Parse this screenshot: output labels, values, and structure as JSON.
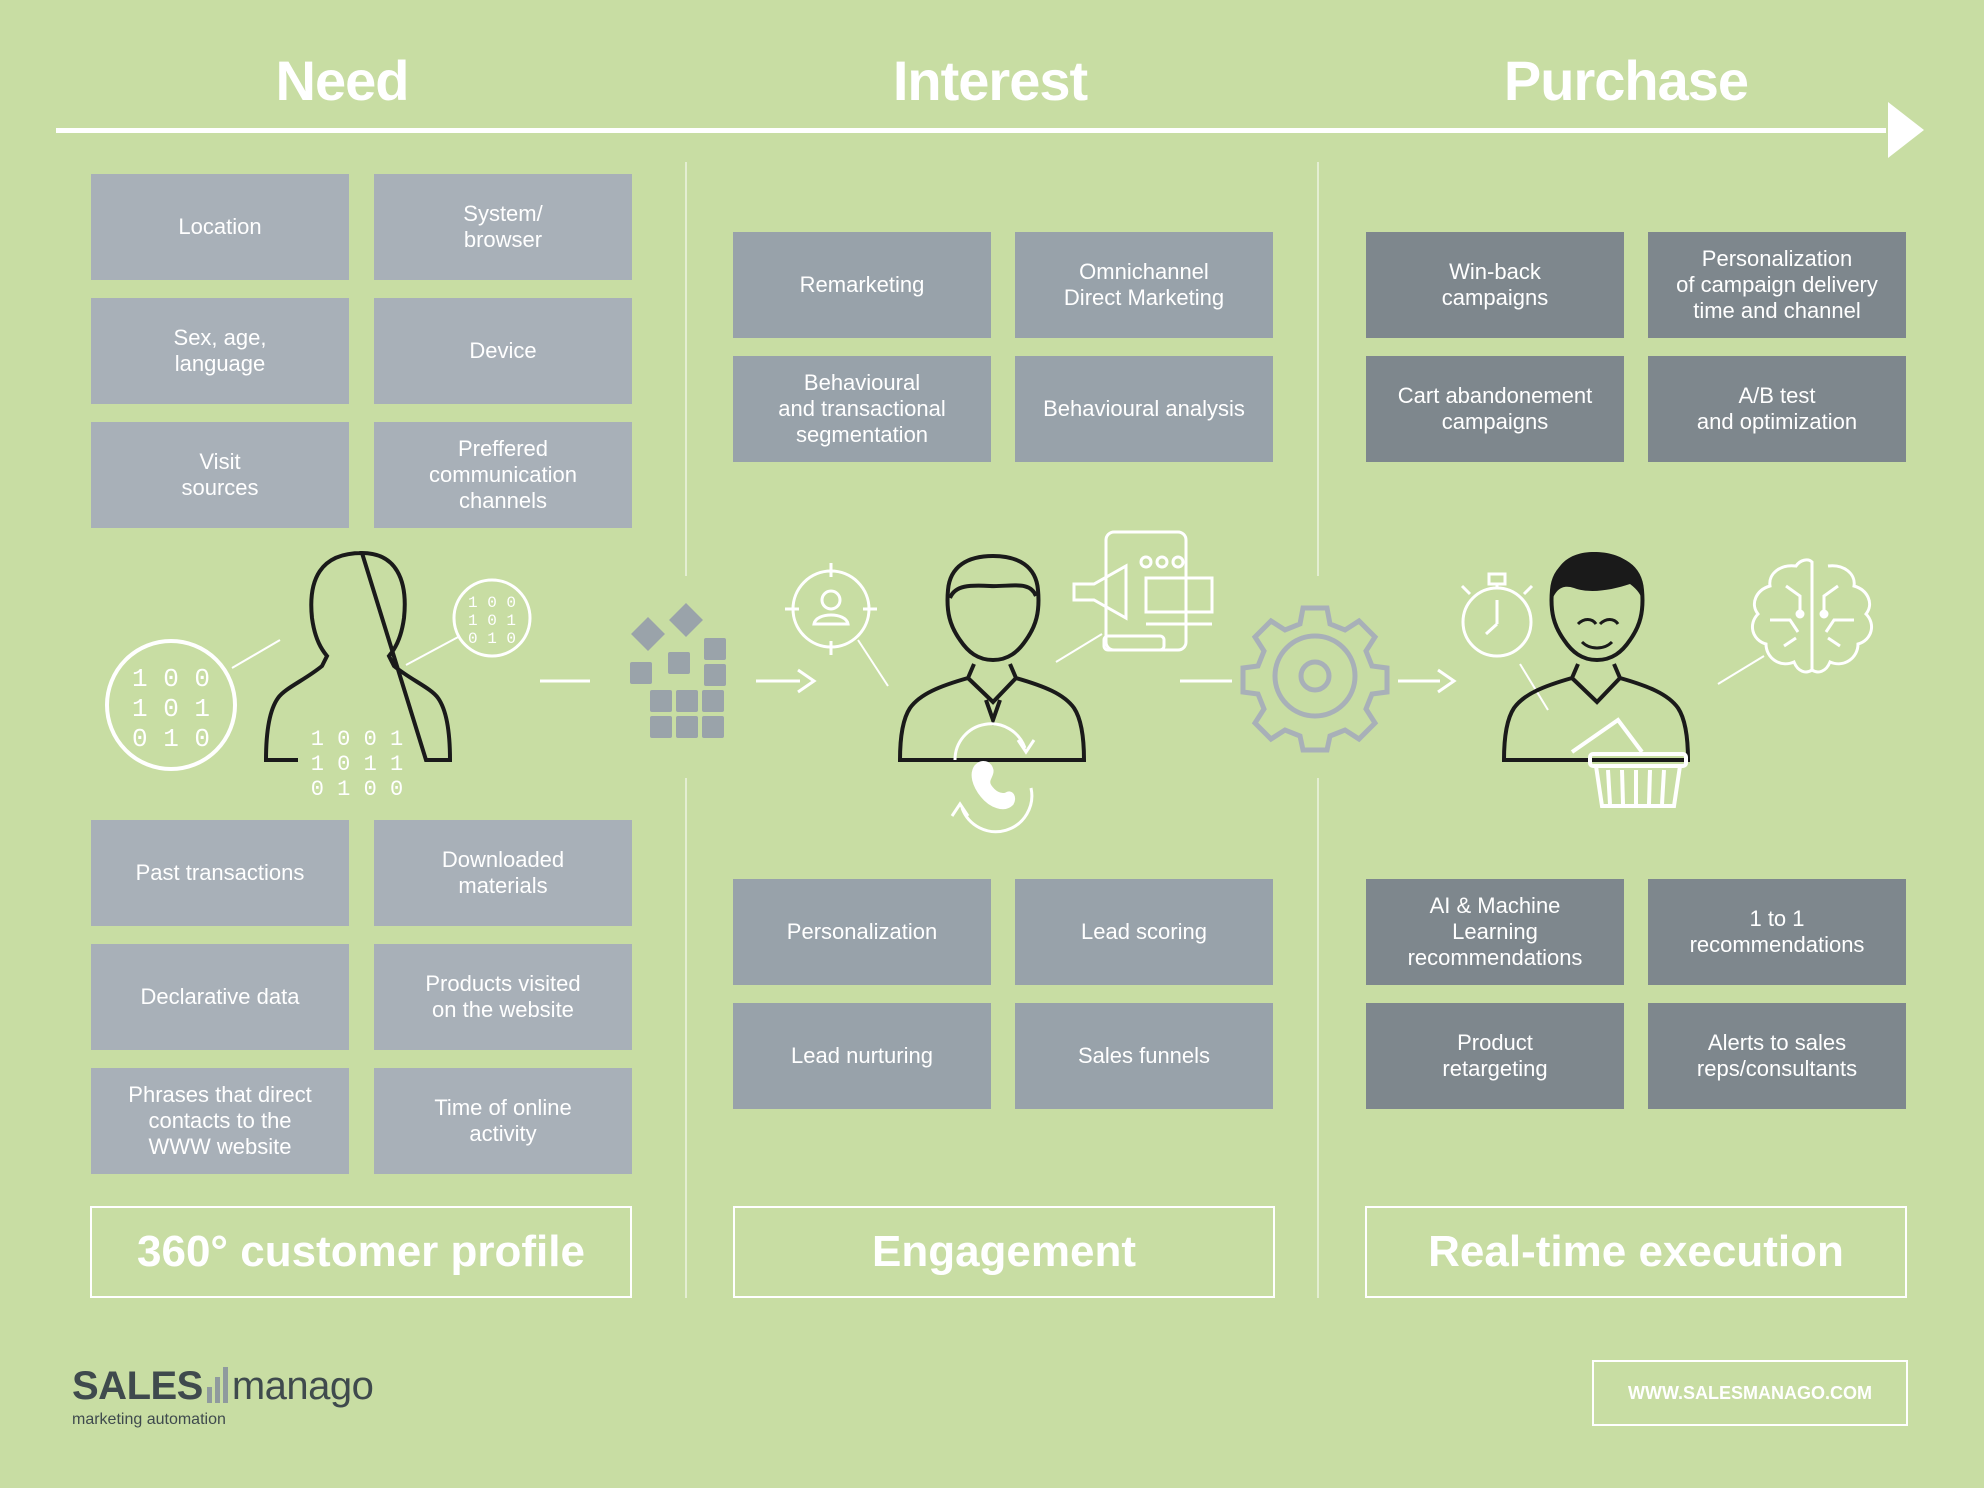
{
  "stages": {
    "need": "Need",
    "interest": "Interest",
    "purchase": "Purchase"
  },
  "need_top_tiles": [
    "Location",
    "System/\nbrowser",
    "Sex, age,\nlanguage",
    "Device",
    "Visit\nsources",
    "Preffered\ncommunication\nchannels"
  ],
  "need_bottom_tiles": [
    "Past transactions",
    "Downloaded\nmaterials",
    "Declarative data",
    "Products visited\non the website",
    "Phrases that direct\ncontacts to the\nWWW website",
    "Time of online\nactivity"
  ],
  "interest_top_tiles": [
    "Remarketing",
    "Omnichannel\nDirect Marketing",
    "Behavioural\nand transactional\nsegmentation",
    "Behavioural analysis"
  ],
  "interest_bottom_tiles": [
    "Personalization",
    "Lead scoring",
    "Lead nurturing",
    "Sales funnels"
  ],
  "purchase_top_tiles": [
    "Win-back\ncampaigns",
    "Personalization\nof campaign delivery\ntime and channel",
    "Cart abandonement\ncampaigns",
    "A/B test\nand optimization"
  ],
  "purchase_bottom_tiles": [
    "AI & Machine\nLearning\nrecommendations",
    "1 to 1\nrecommendations",
    "Product\nretargeting",
    "Alerts to sales\nreps/consultants"
  ],
  "summaries": {
    "need": "360° customer profile",
    "interest": "Engagement",
    "purchase": "Real-time execution"
  },
  "binary": {
    "circle": [
      "1 0 0",
      "1 0 1",
      "0 1 0"
    ],
    "small_circle": [
      "1 0 0",
      "1 0 1",
      "0 1 0"
    ],
    "body": [
      "1 0 0 1",
      "1 0 1 1",
      "0 1 0 0"
    ]
  },
  "logo": {
    "sales": "SALES",
    "manago": "manago",
    "tagline": "marketing automation"
  },
  "url": "WWW.SALESMANAGO.COM",
  "colors": {
    "background": "#c8dda3",
    "tile_need": "#a8b0b8",
    "tile_interest": "#98a2aa",
    "tile_purchase": "#7e878d"
  },
  "icons": [
    "binary-circle-icon",
    "person-outline-icon",
    "data-blocks-icon",
    "target-person-icon",
    "businessman-icon",
    "megaphone-mobile-icon",
    "phone-cycle-icon",
    "gear-icon",
    "stopwatch-icon",
    "smiling-customer-icon",
    "brain-icon",
    "shopping-basket-icon"
  ]
}
